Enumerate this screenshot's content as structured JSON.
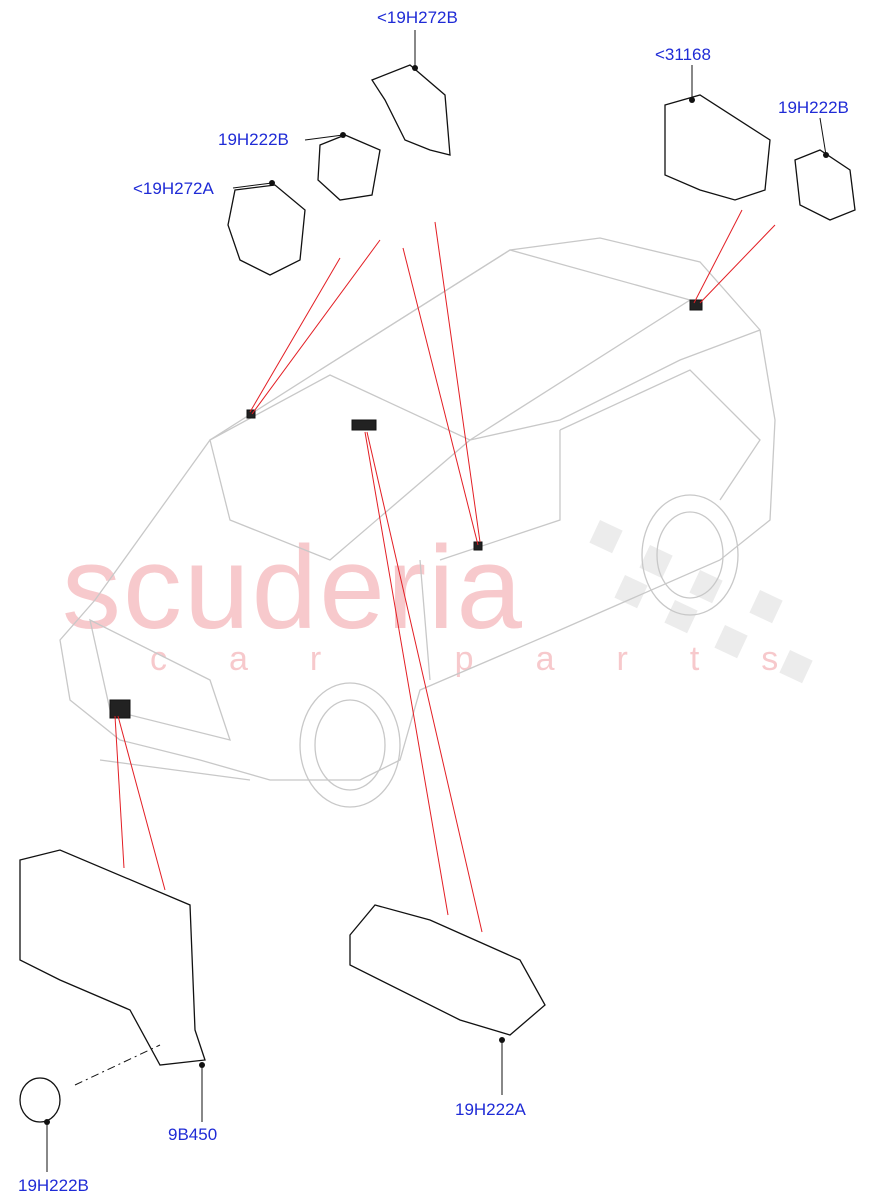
{
  "diagram": {
    "labels": {
      "top_center": "<19H272B",
      "left_upper": "19H222B",
      "left_mid": "<19H272A",
      "right_upper_bracket": "<31168",
      "right_upper_sensor": "19H222B",
      "bottom_left_bracket": "9B450",
      "bottom_center": "19H222A",
      "bottom_left_sensor": "19H222B"
    },
    "colors": {
      "label": "#1f2bd6",
      "leader_line": "#e31e24",
      "car_outline": "#c8c8c8",
      "part_outline": "#111111",
      "watermark": "#f7c9cc"
    }
  },
  "watermark": {
    "brand": "scuderia",
    "sub": "car parts"
  }
}
